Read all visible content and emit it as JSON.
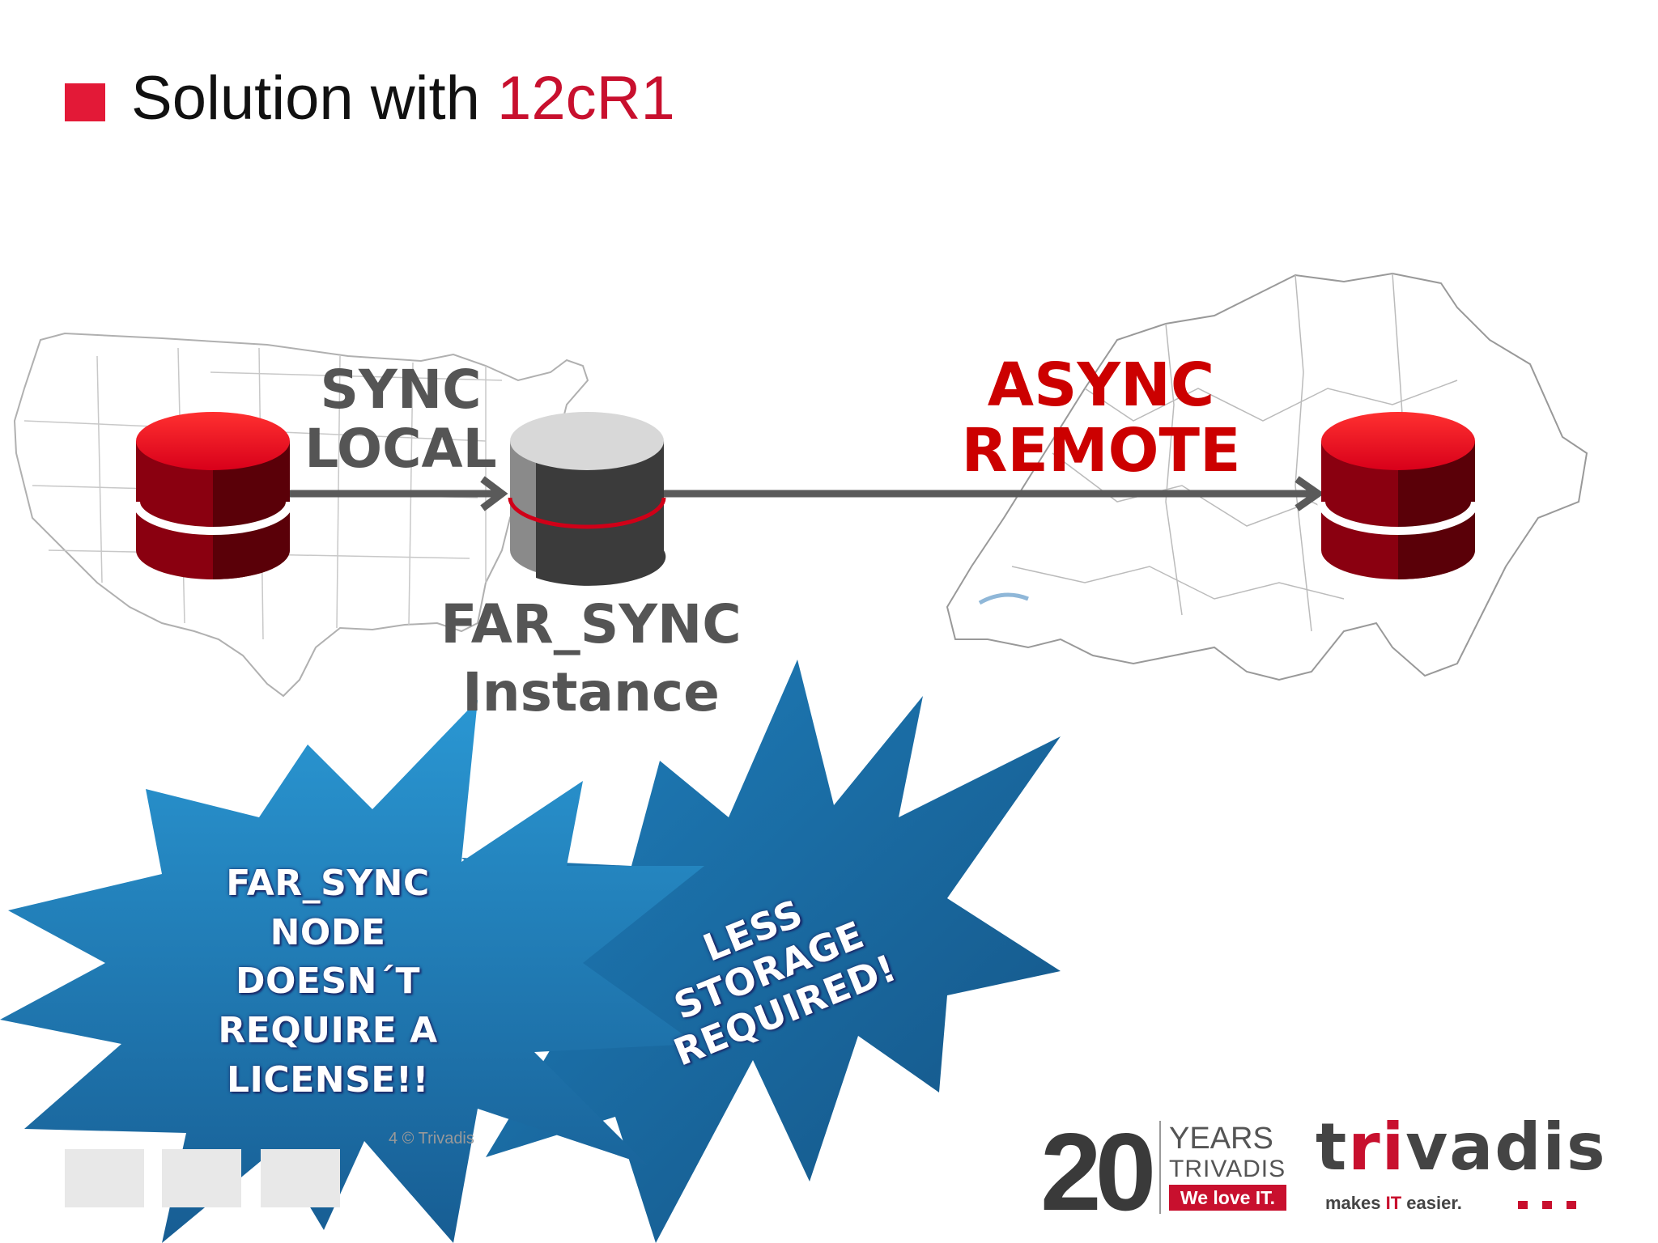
{
  "title": {
    "prefix": "Solution with",
    "highlight": "12cR1"
  },
  "labels": {
    "sync_local": [
      "SYNC",
      "LOCAL"
    ],
    "async_remote": [
      "ASYNC",
      "REMOTE"
    ],
    "far_sync_instance": [
      "FAR_SYNC",
      "Instance"
    ]
  },
  "bursts": {
    "license": [
      "FAR_SYNC",
      "NODE",
      "DOESN´T",
      "REQUIRE A",
      "LICENSE!!"
    ],
    "storage": [
      "LESS",
      "STORAGE",
      "REQUIRED!"
    ]
  },
  "footer": {
    "text": "4 © Trivadis"
  },
  "logo": {
    "years_number": "20",
    "years_label": "YEARS",
    "company_caps": "TRIVADIS",
    "slogan": "We love IT.",
    "brand_t": "t",
    "brand_ri": "ri",
    "brand_rest": "vadis",
    "tagline_pre": "makes ",
    "tagline_it": "IT",
    "tagline_post": " easier."
  },
  "colors": {
    "accent_red": "#e31937",
    "db_red": "#e0001b",
    "burst_blue": "#1f7ab7",
    "label_gray": "#555555",
    "async_red": "#cc0000"
  },
  "icons": [
    "primary-database-icon",
    "far-sync-database-icon",
    "standby-database-icon",
    "usa-map",
    "switzerland-map"
  ]
}
